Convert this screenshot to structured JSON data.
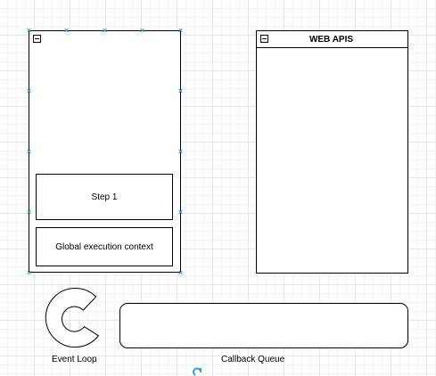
{
  "diagram": {
    "call_stack": {
      "frames": [
        {
          "label": "Step 1"
        },
        {
          "label": "Global execution context"
        }
      ]
    },
    "web_apis": {
      "title": "WEB APIS"
    },
    "event_loop": {
      "label": "Event Loop"
    },
    "callback_queue": {
      "label": "Callback Queue"
    }
  },
  "colors": {
    "selection_handle": "#29a3e6",
    "stroke": "#000000",
    "grid": "#e6e6e6"
  },
  "icons": [
    "collapse-icon",
    "event-loop-arc-icon",
    "rotate-handle-icon"
  ]
}
